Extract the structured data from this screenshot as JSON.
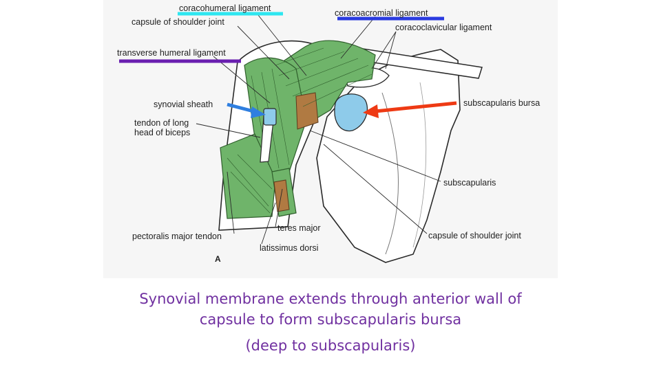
{
  "labels": {
    "coracohumeral_ligament": "coracohumeral ligament",
    "capsule_of_shoulder_joint_top": "capsule of shoulder joint",
    "coracoacromial_ligament": "coracoacromial ligament",
    "coracoclavicular_ligament": "coracoclavicular ligament",
    "transverse_humeral_ligament": "transverse humeral ligament",
    "synovial_sheath": "synovial sheath",
    "subscapularis_bursa": "subscapularis bursa",
    "tendon_of_long_head_line1": "tendon of long",
    "tendon_of_long_head_line2": "head of biceps",
    "subscapularis": "subscapularis",
    "teres_major": "teres major",
    "capsule_of_shoulder_joint_bottom": "capsule of shoulder joint",
    "pectoralis_major_tendon": "pectoralis major tendon",
    "latissimus_dorsi": "latissimus dorsi",
    "figure_letter": "A"
  },
  "caption": {
    "line1": "Synovial membrane extends through anterior wall of",
    "line2": "capsule to form subscapularis bursa",
    "line3": "(deep to subscapularis)"
  },
  "colors": {
    "muscle_green": "#6fb46a",
    "muscle_stroke": "#2f5e2c",
    "tendon_brown": "#b07a42",
    "bursa_blue": "#8ecbea",
    "bone_fill": "#ffffff",
    "outline": "#2a2a2a",
    "underline_cyan": "#2ee6f0",
    "underline_blue": "#2a3be0",
    "underline_purple": "#6a1fb0",
    "arrow_blue": "#2f7fe0",
    "arrow_red": "#ee3a14",
    "caption_purple": "#7030a0"
  },
  "icons": [
    "blue-arrow",
    "red-arrow"
  ]
}
